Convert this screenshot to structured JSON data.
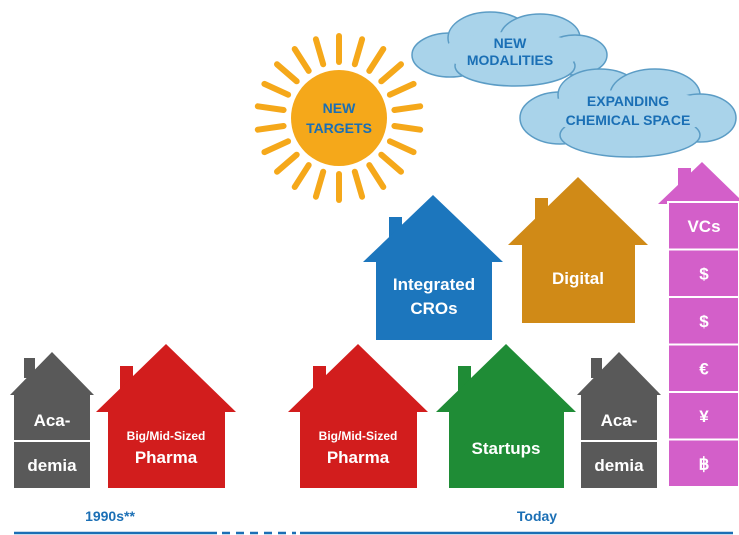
{
  "sun": {
    "line1": "NEW",
    "line2": "TARGETS"
  },
  "cloud_modalities": {
    "line1": "NEW",
    "line2": "MODALITIES"
  },
  "cloud_chemical": {
    "line1": "EXPANDING",
    "line2": "CHEMICAL SPACE"
  },
  "houses": {
    "academia_1990s": {
      "line1": "Aca-",
      "line2": "demia"
    },
    "pharma_1990s": {
      "line1": "Big/Mid-Sized",
      "line2": "Pharma"
    },
    "pharma_today": {
      "line1": "Big/Mid-Sized",
      "line2": "Pharma"
    },
    "integrated_cros": {
      "line1": "Integrated",
      "line2": "CROs"
    },
    "digital": {
      "label": "Digital"
    },
    "startups": {
      "label": "Startups"
    },
    "academia_today": {
      "line1": "Aca-",
      "line2": "demia"
    }
  },
  "tower": {
    "floors": [
      "VCs",
      "$",
      "$",
      "€",
      "¥",
      "฿"
    ]
  },
  "timeline": {
    "left_label": "1990s**",
    "right_label": "Today"
  },
  "colors": {
    "sun": "#f5a81a",
    "sun_text": "#1a6fb5",
    "cloud_fill": "#a9d3ea",
    "cloud_stroke": "#5b9cc5",
    "cloud_text": "#1a6fb5",
    "academia": "#595959",
    "pharma": "#d21d1d",
    "cros": "#1c76bd",
    "digital": "#d08a17",
    "startups": "#1f8c36",
    "tower": "#d35fc9",
    "timeline": "#1b6fb5"
  }
}
